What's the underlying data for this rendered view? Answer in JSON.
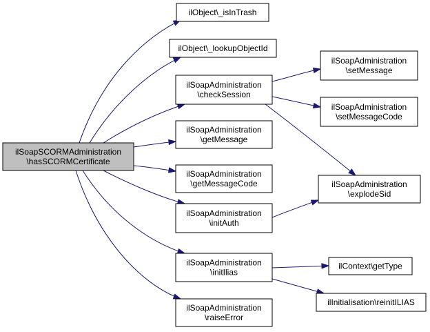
{
  "colors": {
    "edge": "#191970",
    "root_fill": "#bfbfbf",
    "node_fill": "#ffffff",
    "border": "#000000"
  },
  "nodes": {
    "root": [
      "ilSoapSCORMAdministration",
      "\\hasSCORMCertificate"
    ],
    "isInTrash": [
      "ilObject\\_isInTrash"
    ],
    "lookupObjectId": [
      "ilObject\\_lookupObjectId"
    ],
    "checkSession": [
      "ilSoapAdministration",
      "\\checkSession"
    ],
    "getMessage": [
      "ilSoapAdministration",
      "\\getMessage"
    ],
    "getMessageCode": [
      "ilSoapAdministration",
      "\\getMessageCode"
    ],
    "initAuth": [
      "ilSoapAdministration",
      "\\initAuth"
    ],
    "initIlias": [
      "ilSoapAdministration",
      "\\initIlias"
    ],
    "raiseError": [
      "ilSoapAdministration",
      "\\raiseError"
    ],
    "setMessage": [
      "ilSoapAdministration",
      "\\setMessage"
    ],
    "setMessageCode": [
      "ilSoapAdministration",
      "\\setMessageCode"
    ],
    "explodeSid": [
      "ilSoapAdministration",
      "\\explodeSid"
    ],
    "getType": [
      "ilContext\\getType"
    ],
    "reinitILIAS": [
      "ilInitialisation\\reinitILIAS"
    ]
  }
}
